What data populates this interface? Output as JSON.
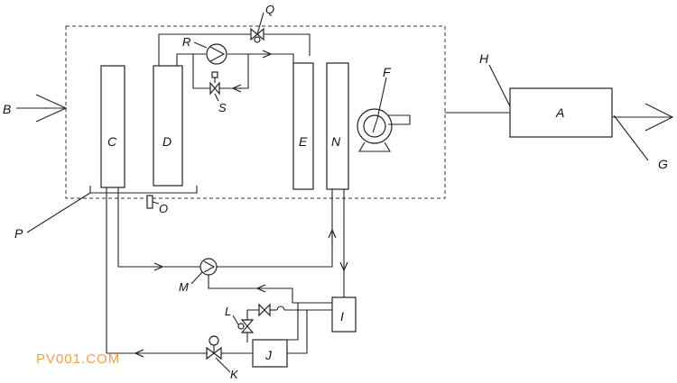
{
  "labels": {
    "A": "A",
    "B": "B",
    "C": "C",
    "D": "D",
    "E": "E",
    "F": "F",
    "G": "G",
    "H": "H",
    "I": "I",
    "J": "J",
    "K": "K",
    "L": "L",
    "M": "M",
    "N": "N",
    "O": "O",
    "P": "P",
    "Q": "Q",
    "R": "R",
    "S": "S"
  },
  "watermark": "PV001.COM"
}
